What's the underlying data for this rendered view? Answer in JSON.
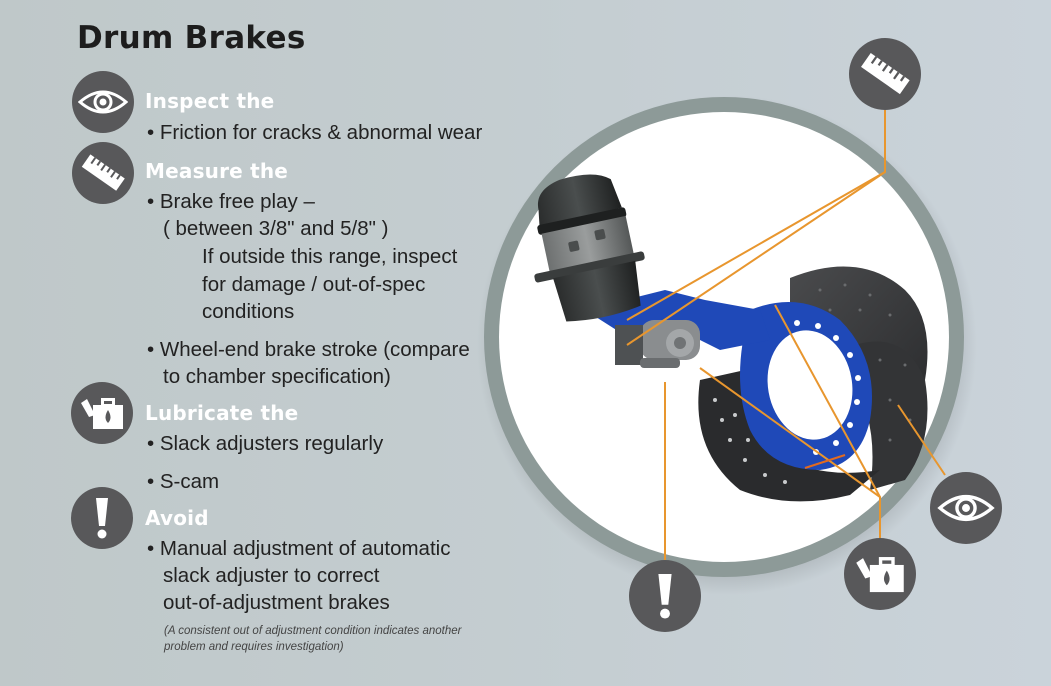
{
  "title": "Drum Brakes",
  "sections": [
    {
      "icon": "eye-icon",
      "heading": "Inspect the",
      "items": [
        "• Friction for cracks & abnormal wear"
      ]
    },
    {
      "icon": "ruler-icon",
      "heading": "Measure the",
      "items": [
        "• Brake free play –",
        "( between 3/8\" and 5/8\" )",
        "If outside this range, inspect",
        "for damage / out-of-spec",
        "conditions",
        "• Wheel-end brake stroke (compare",
        "to chamber specification)"
      ]
    },
    {
      "icon": "oil-can-icon",
      "heading": "Lubricate the",
      "items": [
        "• Slack adjusters regularly",
        "• S-cam"
      ]
    },
    {
      "icon": "exclamation-icon",
      "heading": "Avoid",
      "items": [
        "• Manual adjustment of automatic",
        "slack adjuster to correct",
        "out-of-adjustment brakes"
      ],
      "note": [
        "(A consistent out of adjustment condition indicates another",
        "problem and requires investigation)"
      ]
    }
  ],
  "diagram": {
    "subject": "drum brake assembly with brake chamber, slack adjuster, S-cam and brake shoes",
    "callouts": [
      {
        "icon": "ruler-icon",
        "target": "brake chamber pushrod / slack adjuster"
      },
      {
        "icon": "exclamation-icon",
        "target": "automatic slack adjuster"
      },
      {
        "icon": "oil-can-icon",
        "target": "slack adjuster and S-cam"
      },
      {
        "icon": "eye-icon",
        "target": "brake lining friction"
      }
    ],
    "colors": {
      "callout_line": "#e8962e",
      "icon_bg": "#58585a",
      "ring": "#8d9a98",
      "spider": "#1f49b8",
      "lining": "#3a3b3d"
    }
  }
}
